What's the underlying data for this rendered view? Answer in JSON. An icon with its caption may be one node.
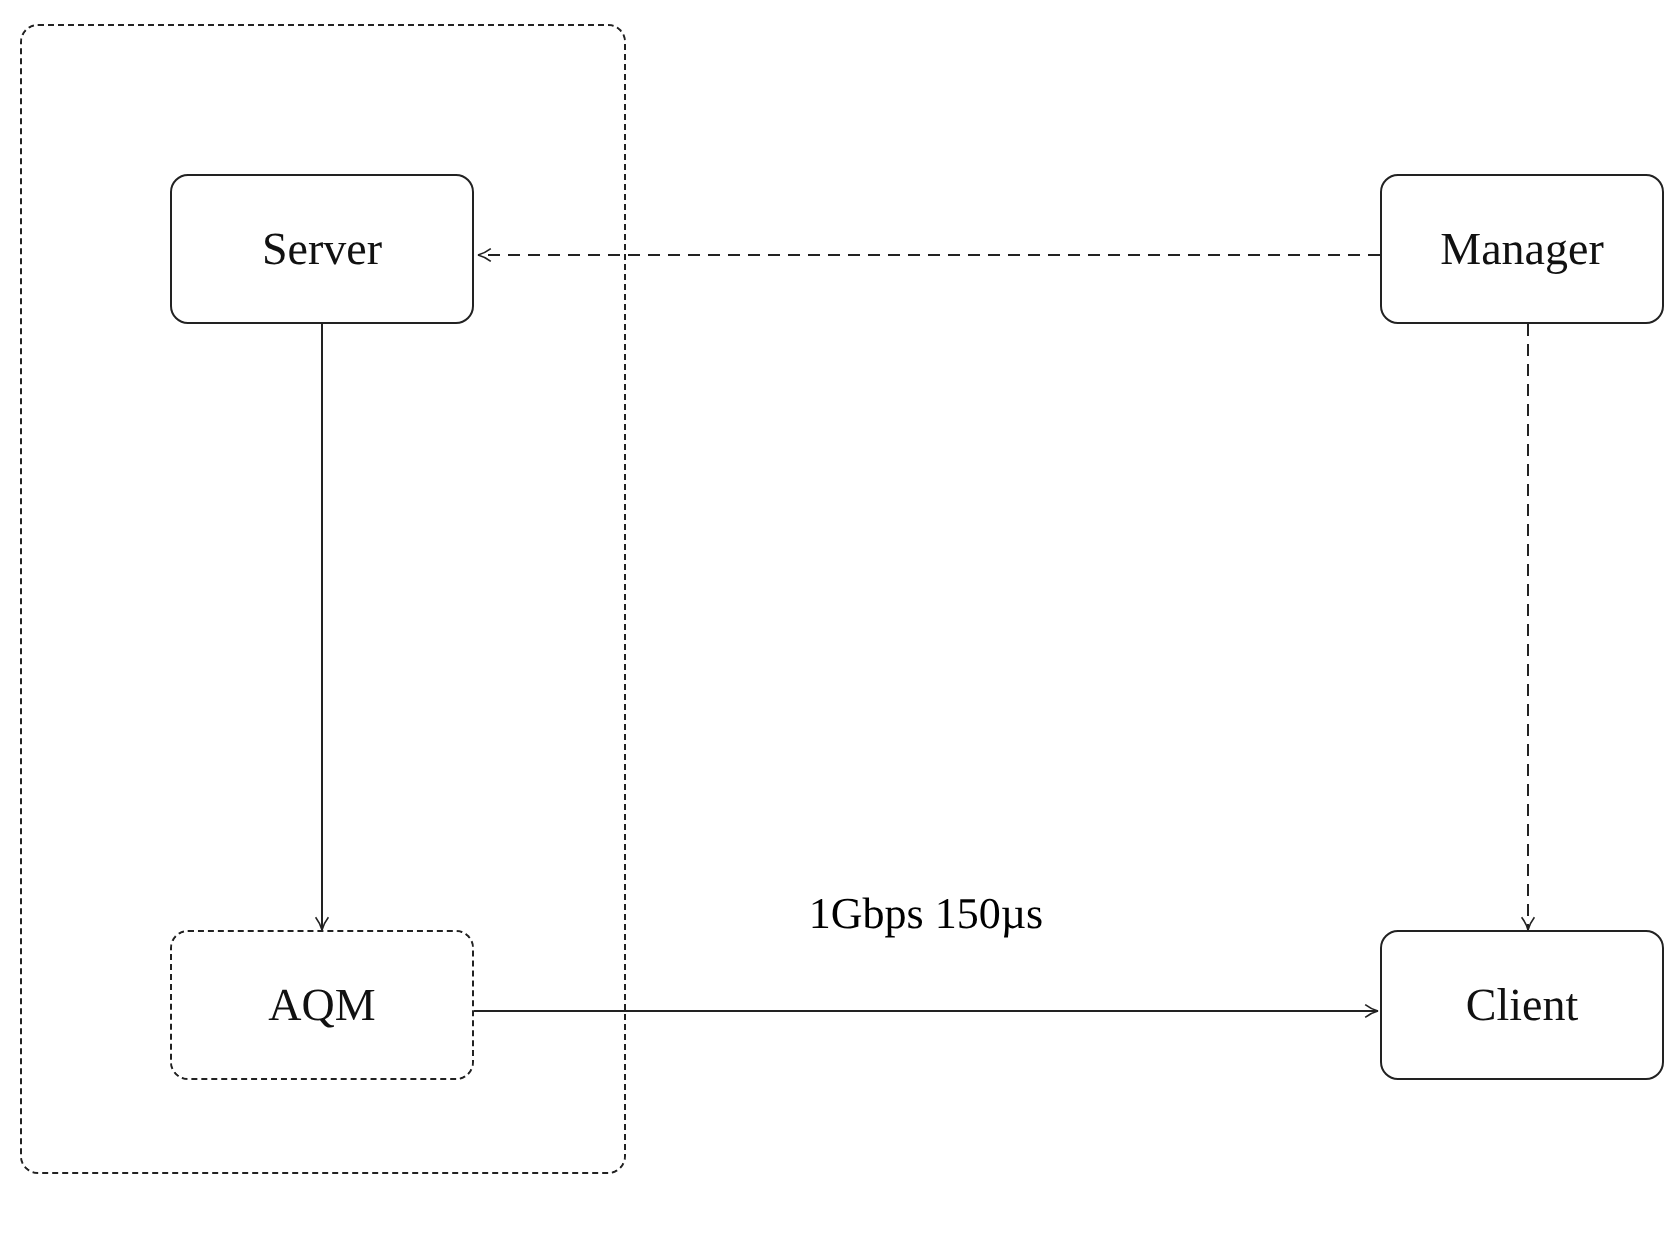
{
  "diagram": {
    "nodes": [
      {
        "text": [],
        "shape": "box"
      },
      {
        "text": [
          "Server"
        ],
        "in": 0
      },
      {
        "text": [
          "Manager"
        ]
      },
      {
        "text": [
          "AQM"
        ],
        "in": 0
      },
      {
        "text": [
          "Client"
        ]
      }
    ],
    "edges": [
      {
        "from": 2,
        "to": 1,
        "arrow": "to",
        "style": "dashed"
      },
      {
        "from": 1,
        "to": 3,
        "arrow": "to"
      },
      {
        "from": 2,
        "to": 4,
        "arrow": "to",
        "style": "dashed"
      },
      {
        "from": 3,
        "to": 4,
        "arrow": "to",
        "label": "1Gbps 150µs"
      }
    ]
  }
}
